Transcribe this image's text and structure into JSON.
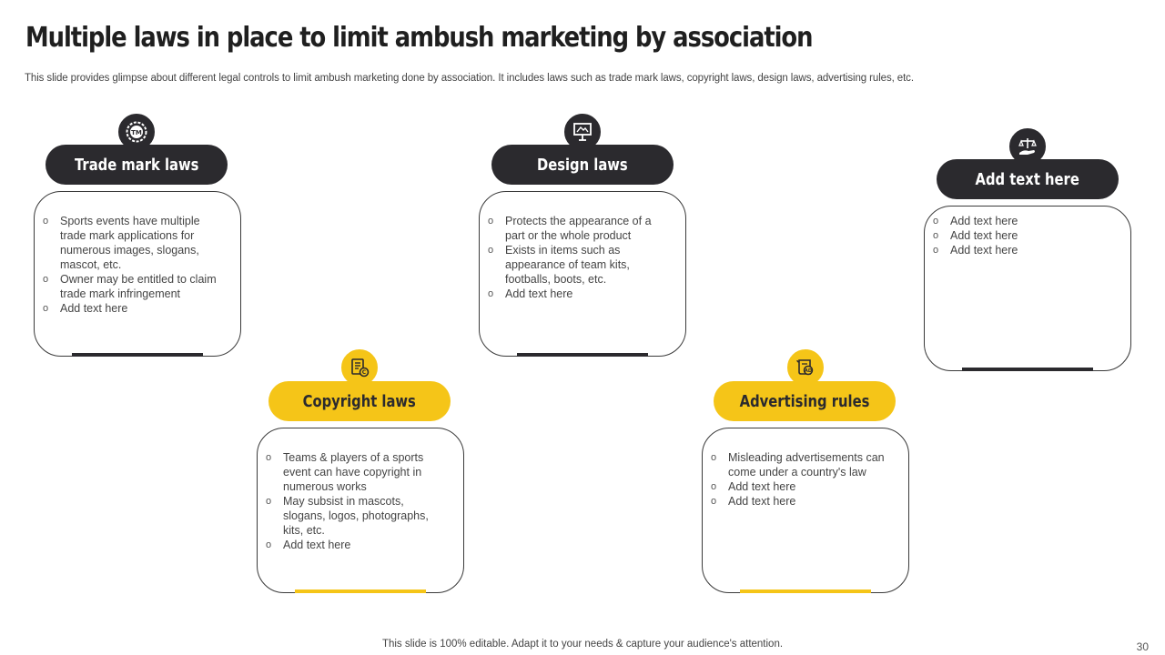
{
  "title": "Multiple laws in place to limit ambush marketing by association",
  "subtitle": "This slide provides glimpse about different legal controls to limit ambush marketing done by association. It includes laws such as trade mark laws, copyright laws, design laws, advertising rules, etc.",
  "colors": {
    "dark": "#2b2a2e",
    "accent": "#f5c518"
  },
  "sections": [
    {
      "heading": "Trade mark laws",
      "icon": "trademark-icon",
      "bullets": [
        "Sports events have multiple trade mark applications for numerous images, slogans, mascot, etc.",
        "Owner may be entitled to claim trade mark infringement",
        "Add text here"
      ]
    },
    {
      "heading": "Copyright laws",
      "icon": "copyright-document-icon",
      "bullets": [
        "Teams & players of a sports event can have copyright in numerous works",
        "May subsist in mascots, slogans, logos, photographs, kits, etc.",
        "Add text here"
      ]
    },
    {
      "heading": "Design laws",
      "icon": "design-board-icon",
      "bullets": [
        "Protects the appearance of a part or the whole product",
        "Exists in items such as appearance of team kits, footballs, boots, etc.",
        "Add text here"
      ]
    },
    {
      "heading": "Advertising rules",
      "icon": "ad-scroll-icon",
      "bullets": [
        "Misleading advertisements can come under a country's law",
        "Add text here",
        "Add text here"
      ]
    },
    {
      "heading": "Add text here",
      "icon": "scales-hand-icon",
      "bullets": [
        "Add text here",
        "Add text here",
        "Add text here"
      ]
    }
  ],
  "footer": "This slide is 100% editable. Adapt it to your needs & capture your audience's attention.",
  "page_number": "30"
}
